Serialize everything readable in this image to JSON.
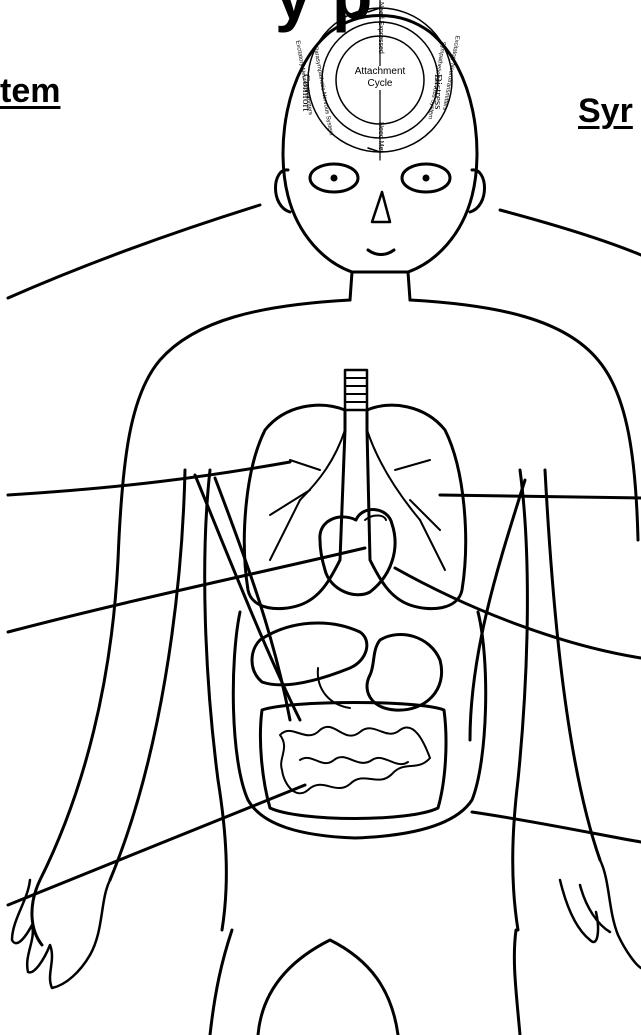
{
  "header": {
    "title_fragment": "y p",
    "left_heading": "tem",
    "right_heading": "Syr"
  },
  "attachment_cycle": {
    "center_line1": "Attachment",
    "center_line2": "Cycle",
    "inner_left": "Comfort",
    "inner_right": "Distress",
    "top_label": "Need Expressed",
    "bottom_label": "Need Met",
    "outer_left": "Excitatory Neurotransmitters",
    "inner_ring_left": "Parasympathetic Nervous System",
    "outer_right": "Excitatory Neurotransmitters",
    "inner_ring_right": "Sympathetic Nervous System"
  },
  "colors": {
    "ink": "#000000",
    "paper": "#ffffff"
  }
}
